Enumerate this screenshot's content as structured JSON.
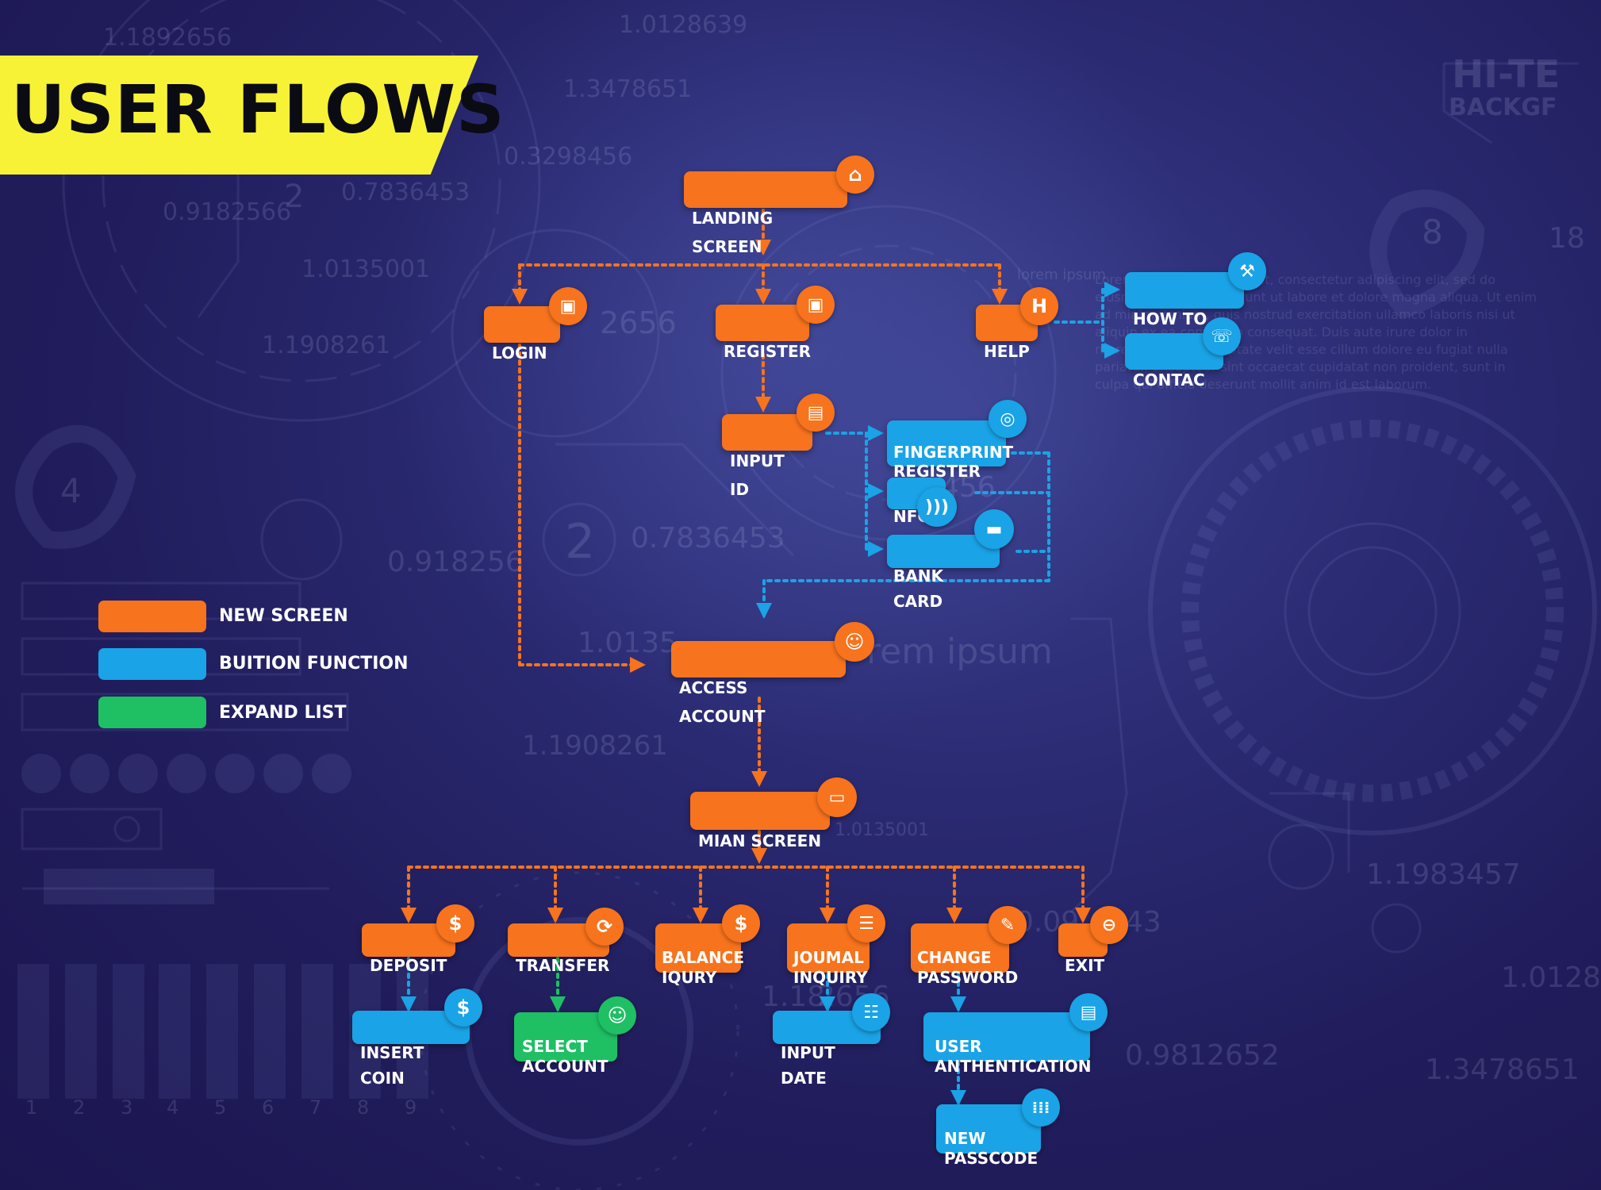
{
  "title": "USER FLOWS",
  "colors": {
    "new_screen": "#f7731d",
    "button_function": "#1aa3e6",
    "expand_list": "#1fbf64",
    "banner": "#f7f235",
    "background": "#211d5c"
  },
  "legend": [
    {
      "label": "NEW SCREEN",
      "color": "#f7731d"
    },
    {
      "label": "BUITION FUNCTION",
      "color": "#1aa3e6"
    },
    {
      "label": "EXPAND LIST",
      "color": "#1fbf64"
    }
  ],
  "nodes": {
    "landing_screen": {
      "label": "LANDING SCREEN",
      "type": "new_screen",
      "icon": "home-icon"
    },
    "login": {
      "label": "LOGIN",
      "type": "new_screen",
      "icon": "user-badge-icon"
    },
    "register": {
      "label": "REGISTER",
      "type": "new_screen",
      "icon": "user-badge-icon"
    },
    "help": {
      "label": "HELP",
      "type": "new_screen",
      "icon": "help-h-icon"
    },
    "how_to_use": {
      "label": "HOW TO USE",
      "type": "button_function",
      "icon": "wrench-icon"
    },
    "contac": {
      "label": "CONTAC",
      "type": "button_function",
      "icon": "phone-icon"
    },
    "input_id": {
      "label": "INPUT ID",
      "type": "new_screen",
      "icon": "id-card-icon"
    },
    "fingerprint_register": {
      "label": "FINGERPRINT\nREGISTER",
      "type": "button_function",
      "icon": "fingerprint-icon"
    },
    "nfc": {
      "label": "NFC",
      "type": "button_function",
      "icon": "nfc-icon"
    },
    "bank_card": {
      "label": "BANK CARD",
      "type": "button_function",
      "icon": "card-icon"
    },
    "access_account": {
      "label": "ACCESS ACCOUNT",
      "type": "new_screen",
      "icon": "user-circle-icon"
    },
    "main_screen": {
      "label": "MIAN SCREEN",
      "type": "new_screen",
      "icon": "laptop-icon"
    },
    "deposit": {
      "label": "DEPOSIT",
      "type": "new_screen",
      "icon": "dollar-icon"
    },
    "transfer": {
      "label": "TRANSFER",
      "type": "new_screen",
      "icon": "refresh-icon"
    },
    "balance_iqury": {
      "label": "BALANCE\nIQURY",
      "type": "new_screen",
      "icon": "dollar-icon"
    },
    "joumal_inquiry": {
      "label": "JOUMAL\nINQUIRY",
      "type": "new_screen",
      "icon": "sliders-icon"
    },
    "change_password": {
      "label": "CHANGE\nPASSWORD",
      "type": "new_screen",
      "icon": "edit-icon"
    },
    "exit": {
      "label": "EXIT",
      "type": "new_screen",
      "icon": "exit-icon"
    },
    "insert_coin": {
      "label": "INSERT COIN",
      "type": "button_function",
      "icon": "dollar-icon"
    },
    "select_account": {
      "label": "SELECT\nACCOUNT",
      "type": "expand_list",
      "icon": "user-circle-icon"
    },
    "input_date": {
      "label": "INPUT DATE",
      "type": "button_function",
      "icon": "list-icon"
    },
    "user_authentication": {
      "label": "USER\nANTHENTICATION",
      "type": "button_function",
      "icon": "id-card-icon"
    },
    "new_passcode": {
      "label": "NEW\nPASSCODE",
      "type": "button_function",
      "icon": "keypad-icon"
    }
  },
  "edges": [
    {
      "from": "landing_screen",
      "to": "login",
      "style": "orange"
    },
    {
      "from": "landing_screen",
      "to": "register",
      "style": "orange"
    },
    {
      "from": "landing_screen",
      "to": "help",
      "style": "orange"
    },
    {
      "from": "help",
      "to": "how_to_use",
      "style": "blue"
    },
    {
      "from": "help",
      "to": "contac",
      "style": "blue"
    },
    {
      "from": "register",
      "to": "input_id",
      "style": "orange"
    },
    {
      "from": "input_id",
      "to": "fingerprint_register",
      "style": "blue"
    },
    {
      "from": "input_id",
      "to": "nfc",
      "style": "blue"
    },
    {
      "from": "input_id",
      "to": "bank_card",
      "style": "blue"
    },
    {
      "from": "bank_card",
      "to": "access_account",
      "style": "blue"
    },
    {
      "from": "login",
      "to": "access_account",
      "style": "orange"
    },
    {
      "from": "access_account",
      "to": "main_screen",
      "style": "orange"
    },
    {
      "from": "main_screen",
      "to": "deposit",
      "style": "orange"
    },
    {
      "from": "main_screen",
      "to": "transfer",
      "style": "orange"
    },
    {
      "from": "main_screen",
      "to": "balance_iqury",
      "style": "orange"
    },
    {
      "from": "main_screen",
      "to": "joumal_inquiry",
      "style": "orange"
    },
    {
      "from": "main_screen",
      "to": "change_password",
      "style": "orange"
    },
    {
      "from": "main_screen",
      "to": "exit",
      "style": "orange"
    },
    {
      "from": "deposit",
      "to": "insert_coin",
      "style": "blue"
    },
    {
      "from": "transfer",
      "to": "select_account",
      "style": "green"
    },
    {
      "from": "joumal_inquiry",
      "to": "input_date",
      "style": "blue"
    },
    {
      "from": "change_password",
      "to": "user_authentication",
      "style": "blue"
    },
    {
      "from": "user_authentication",
      "to": "new_passcode",
      "style": "blue"
    }
  ],
  "background": {
    "numbers": [
      "1.1892656",
      "1.0128639",
      "1.3478651",
      "0.3298456",
      "0.7836453",
      "0.9182566",
      "1.0135001",
      "1.1908261",
      "0.7836453",
      "0.918256",
      "1.0135",
      "1.1908261",
      "1.1983457",
      "0.9812652",
      "1.3478651",
      "1.0128",
      "0.09",
      "43",
      "2656",
      "456",
      "1.18",
      "2656",
      "1.0135001"
    ],
    "words": [
      "HI-TE",
      "BACKGF",
      "rem ipsum",
      "lorem ipsum"
    ],
    "circle_digits": [
      "2",
      "2",
      "4",
      "8",
      "18"
    ],
    "slider_digits": [
      "1",
      "2",
      "3",
      "4",
      "5",
      "6",
      "7",
      "8",
      "9"
    ],
    "lorem": "Lorem ipsum dolor sit amet, consectetur adipiscing elit, sed do eiusmod tempor incididunt ut labore et dolore magna aliqua. Ut enim ad minim veniam, quis nostrud exercitation ullamco laboris nisi ut aliquip ex ea commodo consequat. Duis aute irure dolor in reprehenderit in voluptate velit esse cillum dolore eu fugiat nulla pariatur. Excepteur sint occaecat cupidatat non proident, sunt in culpa qui officia deserunt mollit anim id est laborum."
  }
}
